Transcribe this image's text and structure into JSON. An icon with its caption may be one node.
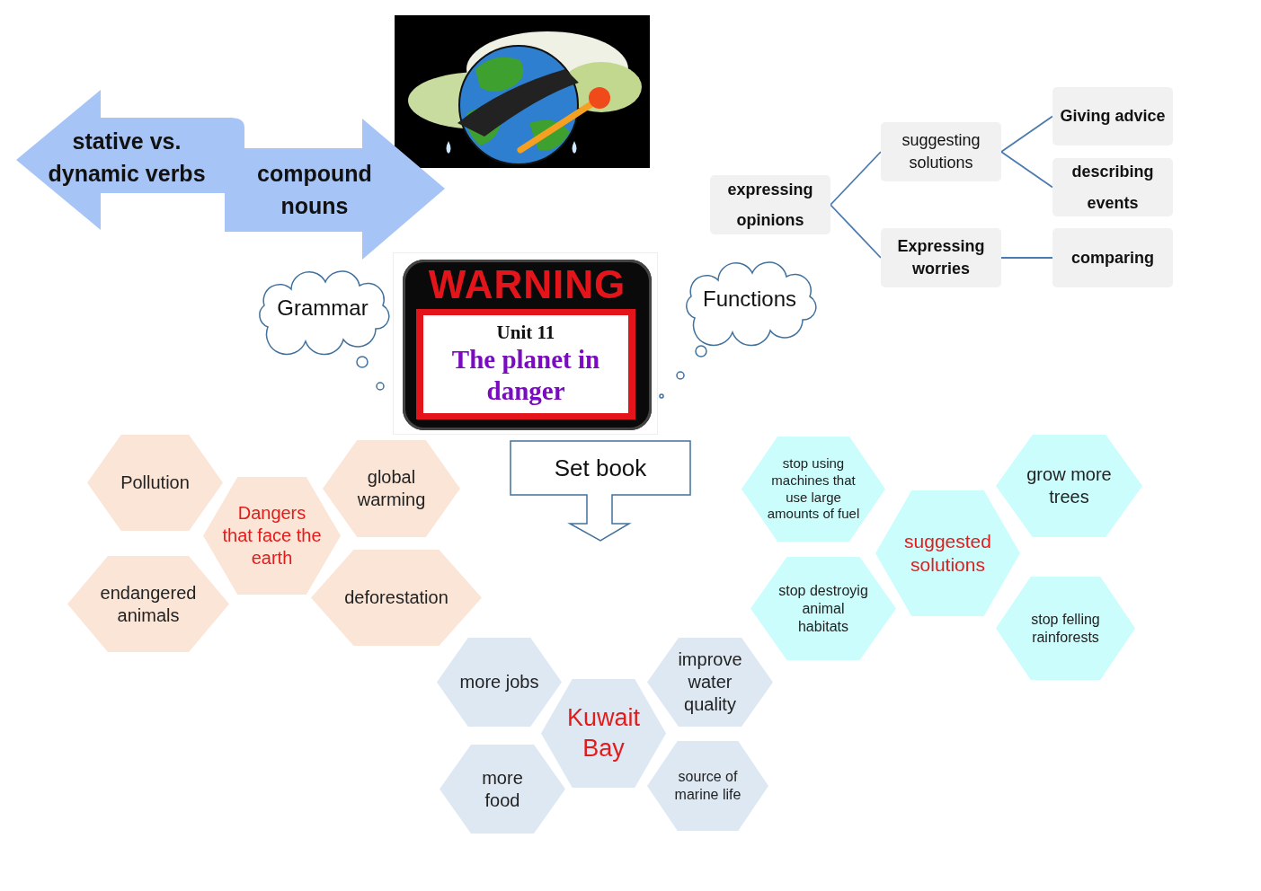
{
  "diagram": {
    "nodes": [
      {
        "text": [
          "stative vs. dynamic verbs"
        ]
      },
      {
        "text": [
          "compound nouns"
        ]
      },
      {
        "text": [
          "Grammar"
        ]
      },
      {
        "text": [
          "WARNING",
          "Unit 11",
          "The planet in danger"
        ]
      },
      {
        "text": [
          "Functions"
        ]
      },
      {
        "text": [
          "expressing opinions"
        ]
      },
      {
        "text": [
          "suggesting solutions"
        ]
      },
      {
        "text": [
          "Expressing worries"
        ]
      },
      {
        "text": [
          "Giving advice"
        ]
      },
      {
        "text": [
          "describing events"
        ]
      },
      {
        "text": [
          "comparing"
        ]
      },
      {
        "text": [
          "Set book"
        ]
      },
      {
        "text": [
          "Pollution"
        ]
      },
      {
        "text": [
          "Dangers that face the earth"
        ]
      },
      {
        "text": [
          "global warming"
        ]
      },
      {
        "text": [
          "endangered animals"
        ]
      },
      {
        "text": [
          "deforestation"
        ]
      },
      {
        "text": [
          "more jobs"
        ]
      },
      {
        "text": [
          "improve water quality"
        ]
      },
      {
        "text": [
          "Kuwait Bay"
        ]
      },
      {
        "text": [
          "more food"
        ]
      },
      {
        "text": [
          "source of marine life"
        ]
      },
      {
        "text": [
          "stop using machines that use large amounts of fuel"
        ]
      },
      {
        "text": [
          "grow more trees"
        ]
      },
      {
        "text": [
          "suggested solutions"
        ]
      },
      {
        "text": [
          "stop destroyig animal habitats"
        ]
      },
      {
        "text": [
          "stop felling rainforests"
        ]
      }
    ],
    "edges": [
      {
        "from": 5,
        "to": 6,
        "arrow": "none"
      },
      {
        "from": 5,
        "to": 7,
        "arrow": "none"
      },
      {
        "from": 6,
        "to": 8,
        "arrow": "none"
      },
      {
        "from": 6,
        "to": 9,
        "arrow": "none"
      },
      {
        "from": 7,
        "to": 10,
        "arrow": "none"
      }
    ]
  }
}
